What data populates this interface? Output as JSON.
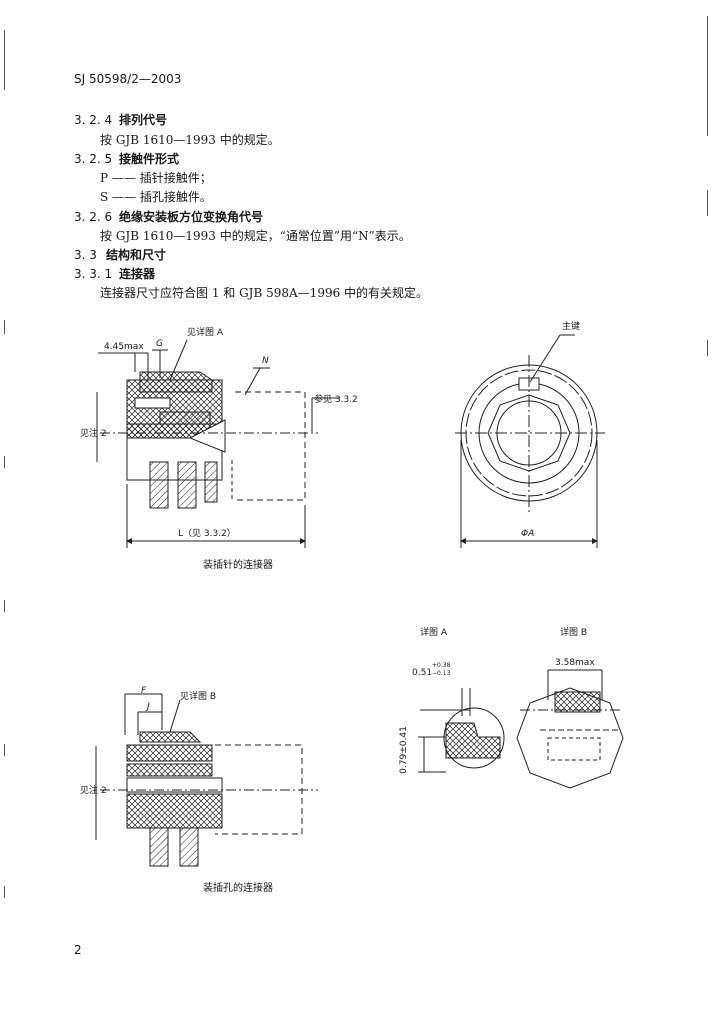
{
  "header": {
    "doc_number": "SJ 50598/2—2003"
  },
  "sections": {
    "s324": {
      "num": "3. 2. 4",
      "title": "排列代号",
      "body": "按 GJB 1610—1993 中的规定。"
    },
    "s325": {
      "num": "3. 2. 5",
      "title": "接触件形式",
      "items": [
        "P —— 插针接触件；",
        "S —— 插孔接触件。"
      ]
    },
    "s326": {
      "num": "3. 2. 6",
      "title": "绝缘安装板方位变换角代号",
      "body": "按 GJB 1610—1993 中的规定，“通常位置”用“N”表示。"
    },
    "s33": {
      "num": "3. 3",
      "title": "结构和尺寸"
    },
    "s331": {
      "num": "3. 3. 1",
      "title": "连接器",
      "body": "连接器尺寸应符合图 1 和 GJB 598A—1996 中的有关规定。"
    }
  },
  "figure_pin": {
    "dim_max": "4.45max",
    "dim_g": "G",
    "callout_detail": "见详图 A",
    "label_n": "N",
    "ref_332": "参见 3.3.2",
    "note_2": "见注 2",
    "dim_l": "L（见 3.3.2）",
    "caption": "装插针的连接器"
  },
  "figure_front": {
    "main_key": "主键",
    "dim_phi": "ΦA"
  },
  "figure_socket": {
    "dim_f": "F",
    "dim_j": "J",
    "callout_detail": "见详图 B",
    "note_2": "见注 2",
    "caption": "装插孔的连接器"
  },
  "detail_a": {
    "title": "详图 A",
    "dim_main": "0.51",
    "tol_upper": "+0.38",
    "tol_lower": "−0.13",
    "dim_vertical": "0.79±0.41"
  },
  "detail_b": {
    "title": "详图 B",
    "dim_max": "3.58max"
  },
  "footer": {
    "page_number": "2"
  }
}
